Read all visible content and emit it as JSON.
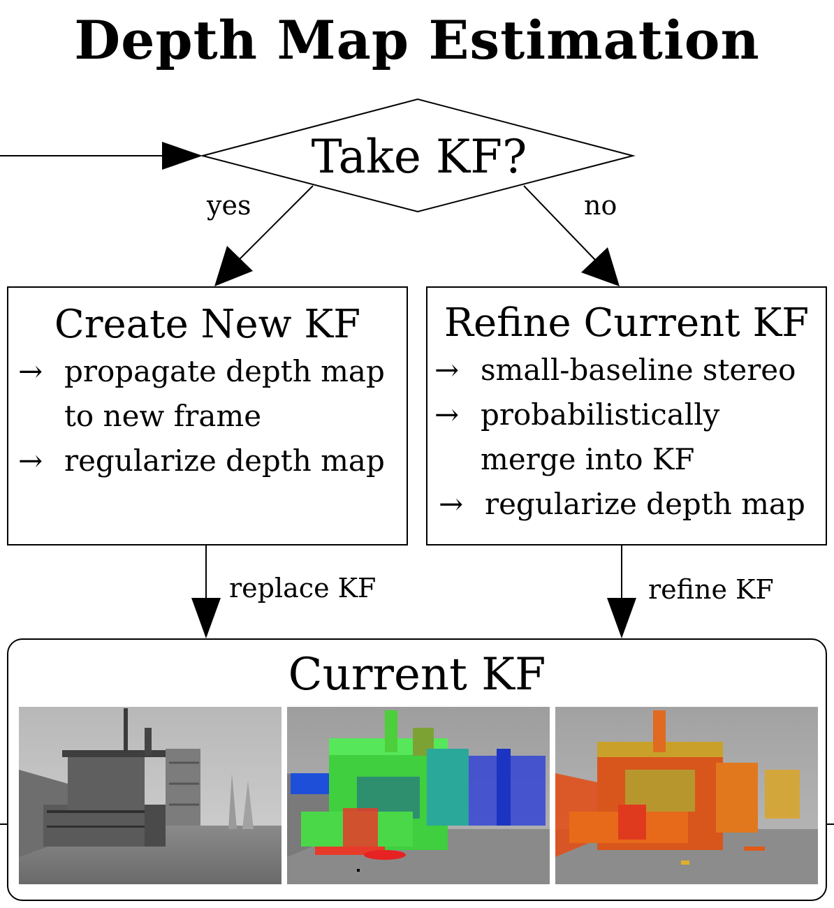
{
  "title": "Depth Map Estimation",
  "decision": {
    "label": "Take KF?",
    "yes_label": "yes",
    "no_label": "no"
  },
  "create_box": {
    "title": "Create New KF",
    "items": [
      {
        "arrow": "→",
        "line1": "propagate depth map",
        "line2": "to new frame"
      },
      {
        "arrow": "→",
        "line1": "regularize depth map"
      }
    ]
  },
  "refine_box": {
    "title": "Refine Current KF",
    "items": [
      {
        "arrow": "→",
        "line1": "small-baseline stereo"
      },
      {
        "arrow": "→",
        "line1": "probabilistically",
        "line2": "merge into KF"
      },
      {
        "arrow": "→",
        "line1": "regularize depth map"
      }
    ]
  },
  "edges": {
    "replace_label": "replace KF",
    "refine_label": "refine KF"
  },
  "current_box": {
    "title": "Current KF",
    "images": [
      {
        "name": "grayscale-keyframe-image"
      },
      {
        "name": "inverse-depth-map-image"
      },
      {
        "name": "depth-variance-map-image"
      }
    ]
  },
  "colors": {
    "ink": "#000000",
    "background": "#ffffff"
  }
}
